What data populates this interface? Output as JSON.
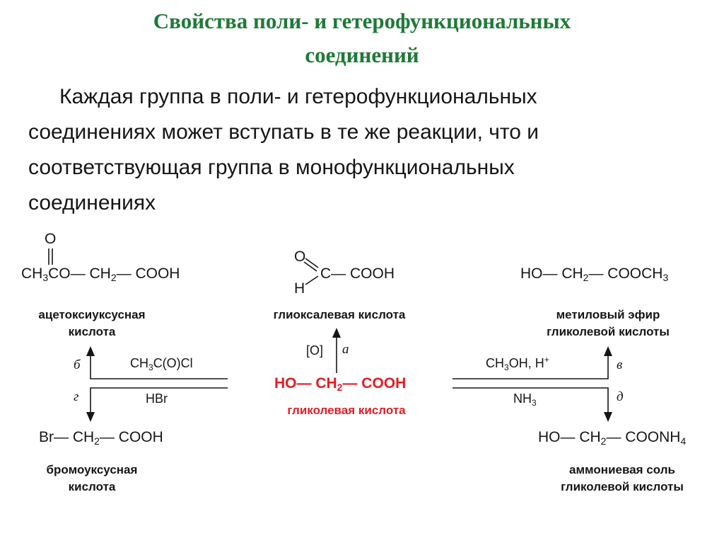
{
  "slide": {
    "title_line1": "Свойства  поли- и гетерофункциональных",
    "title_line2": "соединений",
    "body_lines": [
      "Каждая группа в поли- и гетерофункциональных",
      "соединениях может вступать в те же реакции, что и",
      "соответствующая группа в монофункциональных",
      "соединениях"
    ]
  },
  "scheme": {
    "acetoxyacetic": {
      "name_line1": "ацетоксиуксусная",
      "name_line2": "кислота"
    },
    "glyoxylic": {
      "name": "глиоксалевая кислота"
    },
    "methyl_ester": {
      "name_line1": "метиловый эфир",
      "name_line2": "гликолевой кислоты"
    },
    "glycolic": {
      "name": "гликолевая кислота"
    },
    "bromoacetic": {
      "name_line1": "бромоуксусная",
      "name_line2": "кислота"
    },
    "ammonium_salt": {
      "name_line1": "аммониевая соль",
      "name_line2": "гликолевой кислоты"
    },
    "reagents": {
      "oxidant": "[O]",
      "hbr": "HBr"
    },
    "letters": {
      "a": "а",
      "b": "б",
      "v": "в",
      "g": "г",
      "d": "д"
    },
    "colors": {
      "title": "#1e7a37",
      "highlight": "#e01e24",
      "text": "#161616"
    }
  }
}
